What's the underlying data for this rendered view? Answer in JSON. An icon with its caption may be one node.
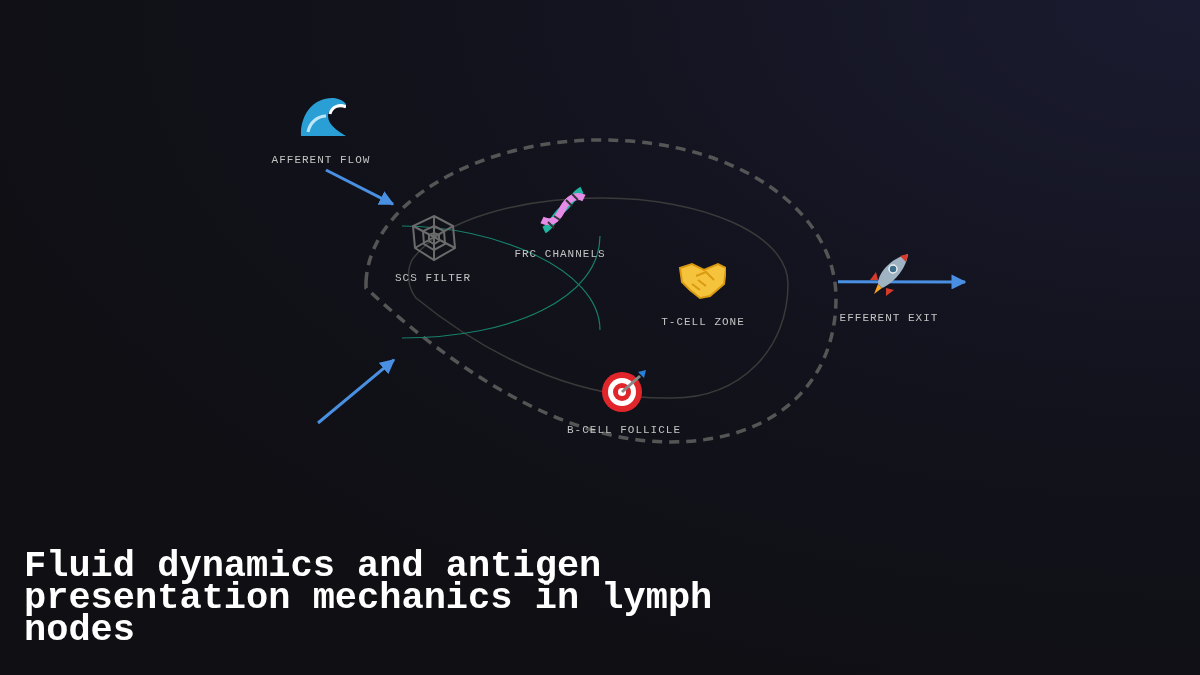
{
  "diagram": {
    "title": "Fluid dynamics and antigen presentation mechanics in lymph nodes",
    "nodes": [
      {
        "text": [],
        "shape": "oval"
      },
      {
        "text": [
          "AFFERENT FLOW"
        ]
      },
      {
        "text": [
          "SCS FILTER"
        ],
        "in": 0
      },
      {
        "text": [
          "FRC CHANNELS"
        ],
        "in": 0
      },
      {
        "text": [
          "T-CELL ZONE"
        ],
        "in": 0
      },
      {
        "text": [
          "B-CELL FOLLICLE"
        ],
        "in": 0
      },
      {
        "text": [
          "EFFERENT EXIT"
        ]
      }
    ],
    "edges": [
      {
        "from": 1,
        "to": 0,
        "arrow": "to"
      },
      {
        "from": null,
        "to": 0,
        "arrow": "to"
      },
      {
        "from": 0,
        "to": null,
        "arrow": "to"
      }
    ]
  }
}
